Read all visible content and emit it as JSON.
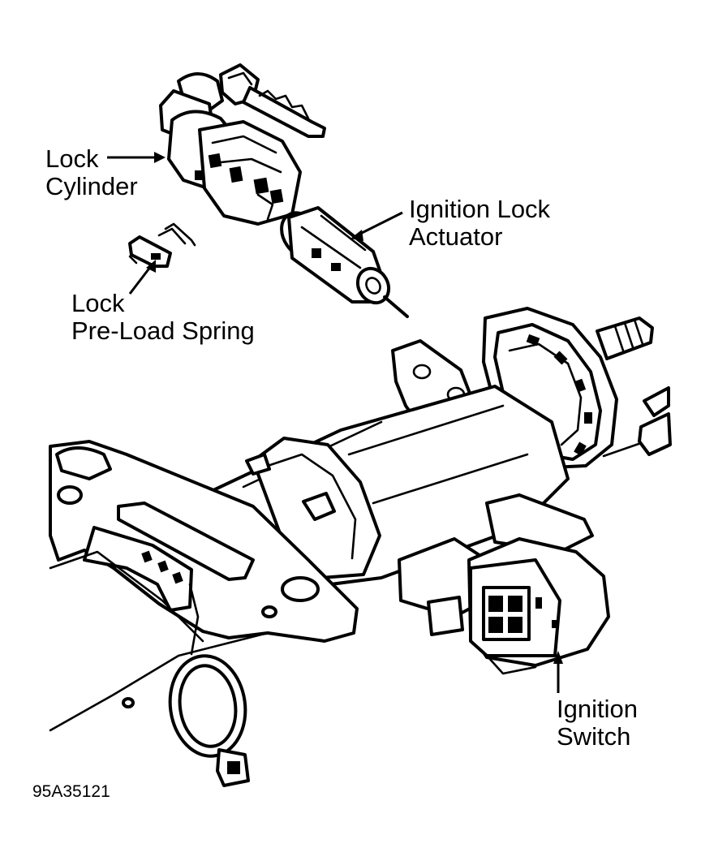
{
  "labels": {
    "lock_cylinder": [
      "Lock",
      "Cylinder"
    ],
    "ignition_lock_actuator": [
      "Ignition Lock",
      "Actuator"
    ],
    "lock_preload_spring": [
      "Lock",
      "Pre-Load Spring"
    ],
    "ignition_switch": [
      "Ignition",
      "Switch"
    ]
  },
  "figure_id": "95A35121"
}
